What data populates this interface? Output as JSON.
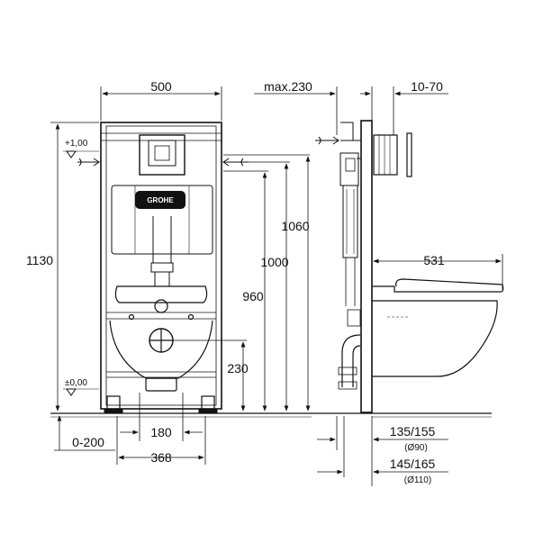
{
  "dimensions": {
    "frame_width": "500",
    "frame_height": "1130",
    "inlet_height": "1060",
    "height_1000": "1000",
    "height_960": "960",
    "outlet_height": "230",
    "bolt_spacing": "180",
    "flange_spacing": "368",
    "floor_adjust": "0-200",
    "max_depth": "max.230",
    "panel_gap": "10-70",
    "bowl_projection": "531",
    "drain_1": "135/155",
    "drain_1_diameter": "(Ø90)",
    "drain_2": "145/165",
    "drain_2_diameter": "(Ø110)",
    "level_top": "+1,00",
    "level_floor": "±0,00"
  },
  "logo": {
    "text": "GROHE",
    "icon": "grohe-logo-icon"
  },
  "colors": {
    "line": "#111111",
    "background": "#ffffff"
  }
}
